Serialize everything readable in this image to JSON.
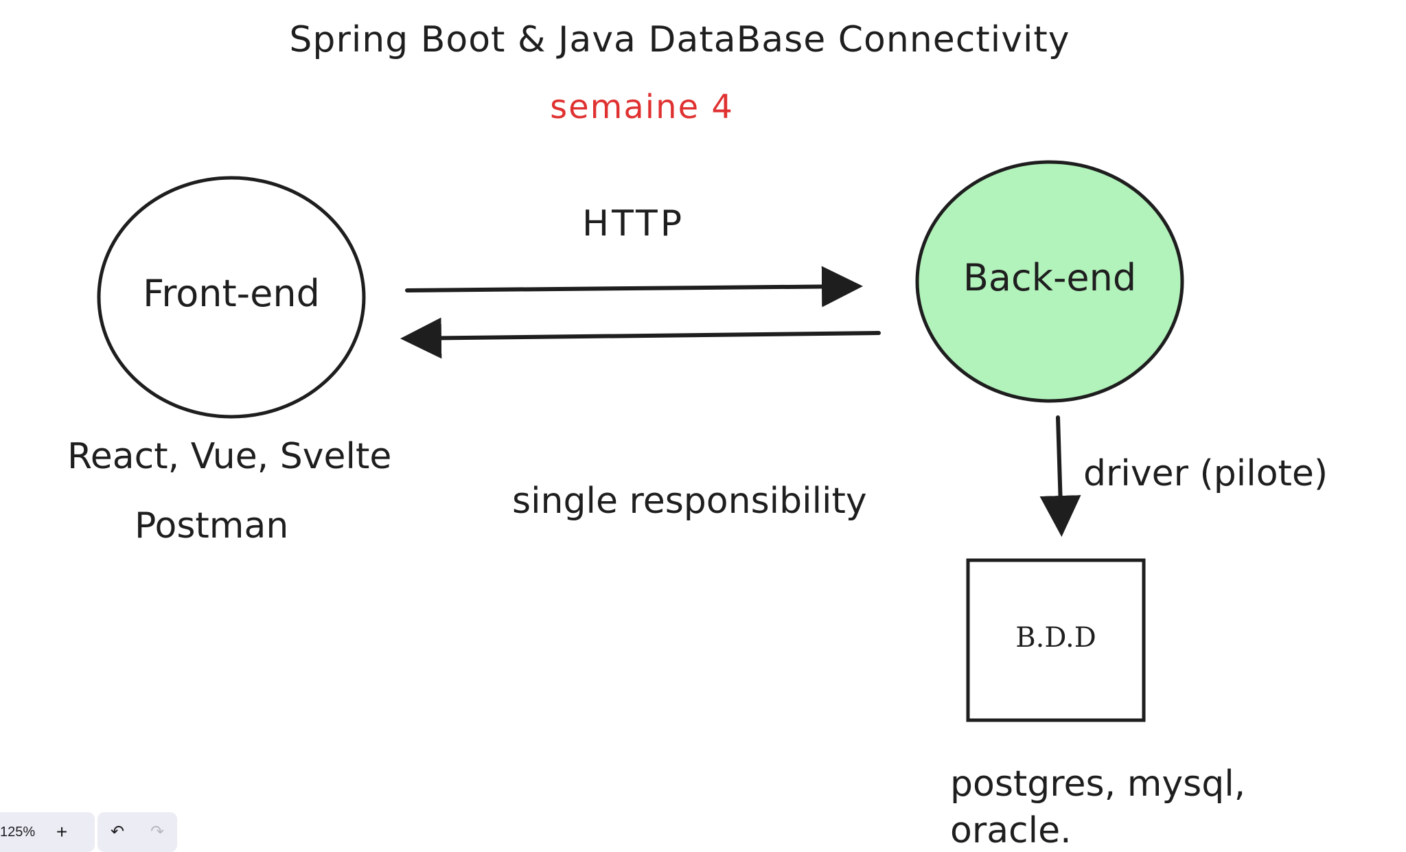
{
  "diagram": {
    "title": "Spring Boot & Java DataBase Connectivity",
    "subtitle": "semaine 4",
    "subtitle_color": "#e03131",
    "nodes": {
      "frontend": {
        "label": "Front-end",
        "fill": "#ffffff",
        "shape": "ellipse"
      },
      "backend": {
        "label": "Back-end",
        "fill": "#b2f2bb",
        "shape": "ellipse"
      },
      "database": {
        "label": "B.D.D",
        "fill": "#ffffff",
        "shape": "rectangle"
      }
    },
    "edges": {
      "request": {
        "from": "frontend",
        "to": "backend",
        "label": "HTTP"
      },
      "response": {
        "from": "backend",
        "to": "frontend"
      },
      "driver": {
        "from": "backend",
        "to": "database",
        "label": "driver (pilote)"
      }
    },
    "notes": {
      "frameworks": "React, Vue, Svelte",
      "tools": "Postman",
      "principle": "single responsibility",
      "databases_line1": "postgres, mysql,",
      "databases_line2": "oracle."
    },
    "stroke_color": "#1e1e1e"
  },
  "toolbar": {
    "zoom_value": "125%",
    "zoom_in_icon": "plus-icon",
    "undo_icon": "undo-icon",
    "redo_icon": "redo-icon"
  }
}
